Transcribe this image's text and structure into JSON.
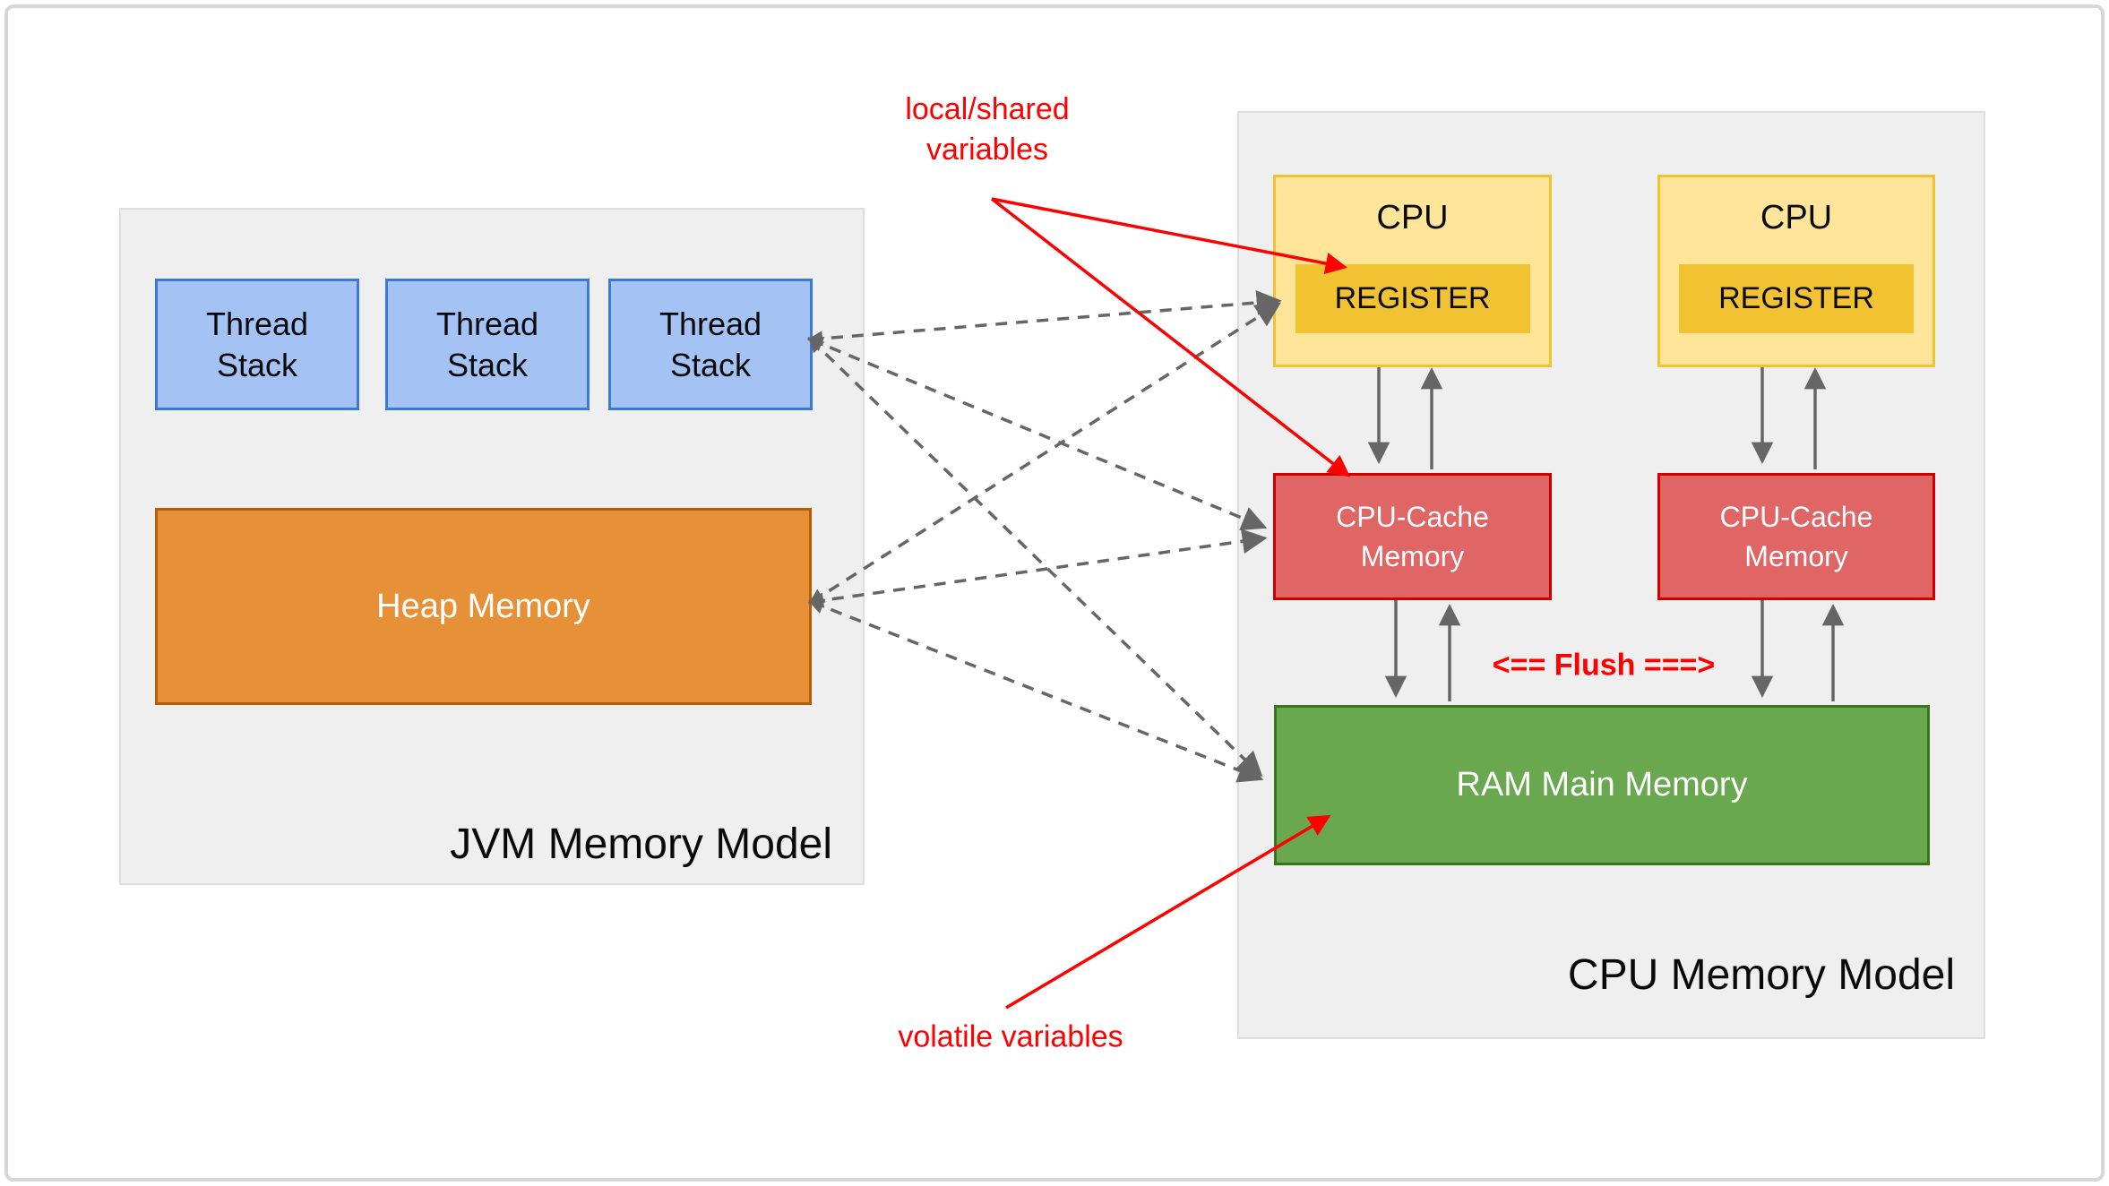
{
  "colors": {
    "container-fill": "#efefef",
    "container-border": "#dedede",
    "thread-fill": "#a4c2f4",
    "thread-border": "#3c78d8",
    "heap-fill": "#e69138",
    "heap-border": "#b45f06",
    "cpu-fill": "#ffe599",
    "cpu-border": "#f1c232",
    "register-fill": "#f1c232",
    "cache-fill": "#e06666",
    "cache-border": "#cc0000",
    "ram-fill": "#6aa84f",
    "ram-border": "#38761d",
    "connector-gray": "#666666",
    "annotation-red": "#ff0000"
  },
  "jvm_model": {
    "title": "JVM Memory Model",
    "thread_stacks": [
      {
        "line1": "Thread",
        "line2": "Stack"
      },
      {
        "line1": "Thread",
        "line2": "Stack"
      },
      {
        "line1": "Thread",
        "line2": "Stack"
      }
    ],
    "heap_label": "Heap Memory"
  },
  "cpu_model": {
    "title": "CPU Memory Model",
    "cpus": [
      {
        "label": "CPU",
        "register": "REGISTER",
        "cache_line1": "CPU-Cache",
        "cache_line2": "Memory"
      },
      {
        "label": "CPU",
        "register": "REGISTER",
        "cache_line1": "CPU-Cache",
        "cache_line2": "Memory"
      }
    ],
    "ram_label": "RAM Main Memory",
    "flush_label": "<== Flush ===>"
  },
  "annotations": {
    "local_shared_line1": "local/shared",
    "local_shared_line2": "variables",
    "volatile_label": "volatile variables"
  }
}
